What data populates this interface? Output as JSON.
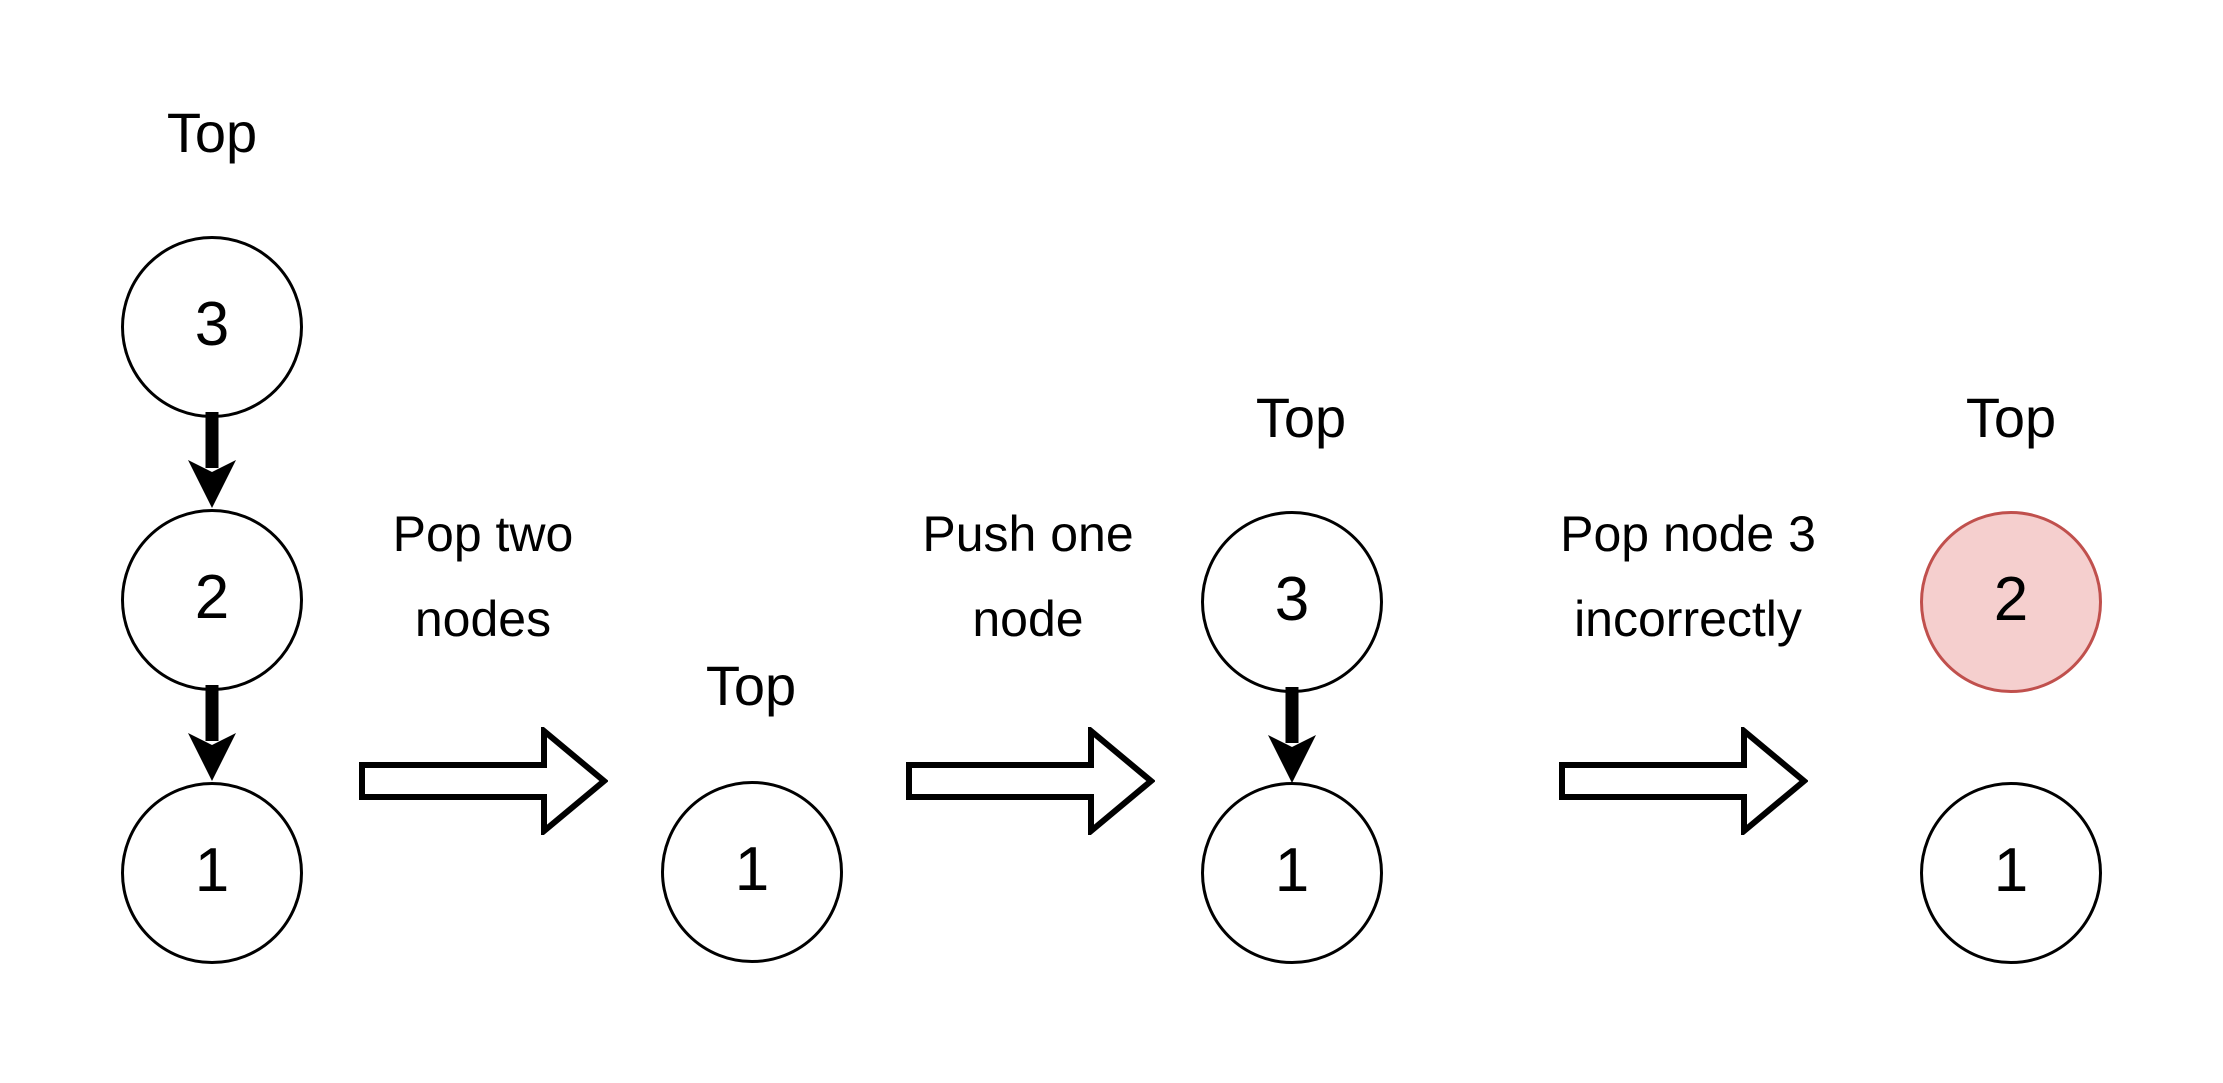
{
  "diagram": {
    "title": "Stack pop and push sequence with incorrect pop",
    "background_color": "#ffffff",
    "stroke_color": "#000000",
    "highlight_fill": "#f5cfce",
    "highlight_stroke": "#c0504d"
  },
  "columns": [
    {
      "id": "stack-initial",
      "top_label": "Top",
      "nodes": [
        {
          "value": "3",
          "highlight": false
        },
        {
          "value": "2",
          "highlight": false
        },
        {
          "value": "1",
          "highlight": false
        }
      ]
    },
    {
      "id": "stack-after-pop-two",
      "top_label": "Top",
      "nodes": [
        {
          "value": "1",
          "highlight": false
        }
      ]
    },
    {
      "id": "stack-after-push-one",
      "top_label": "Top",
      "nodes": [
        {
          "value": "3",
          "highlight": false
        },
        {
          "value": "1",
          "highlight": false
        }
      ]
    },
    {
      "id": "stack-after-incorrect-pop",
      "top_label": "Top",
      "nodes": [
        {
          "value": "2",
          "highlight": true
        },
        {
          "value": "1",
          "highlight": false
        }
      ]
    }
  ],
  "transitions": [
    {
      "id": "pop-two-nodes",
      "line1": "Pop two",
      "line2": "nodes"
    },
    {
      "id": "push-one-node",
      "line1": "Push one",
      "line2": "node"
    },
    {
      "id": "pop-node-3-incorrectly",
      "line1": "Pop node 3",
      "line2": "incorrectly"
    }
  ],
  "icons": {
    "down_arrow": "down-arrow-icon",
    "right_block_arrow": "right-block-arrow-icon"
  }
}
